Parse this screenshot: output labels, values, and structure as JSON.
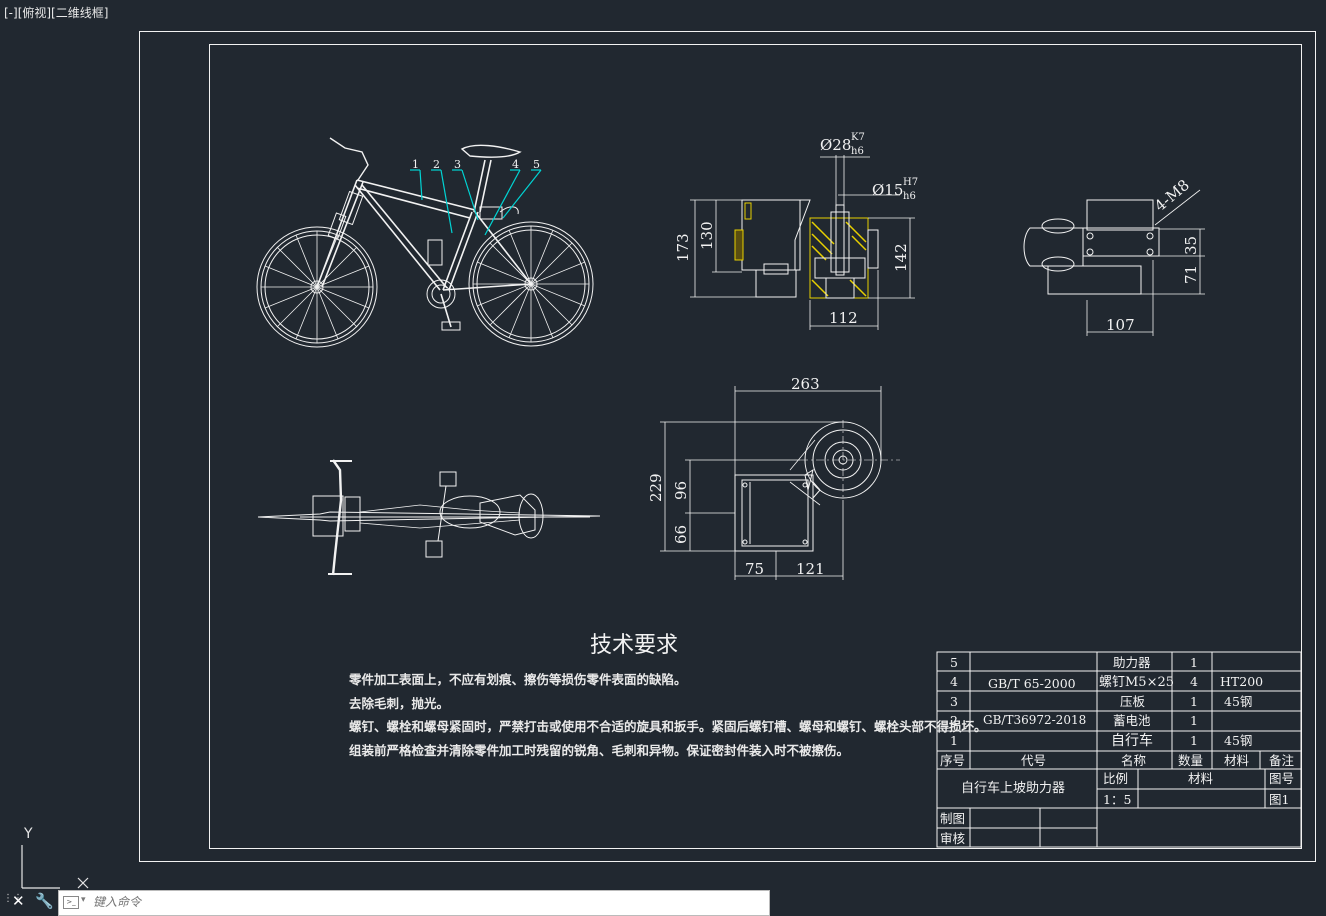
{
  "viewport": {
    "label": "[-][俯视][二维线框]"
  },
  "ucs": {
    "y_label": "Y",
    "x_label": "X"
  },
  "command": {
    "placeholder": "键入命令"
  },
  "balloons": [
    "1",
    "2",
    "3",
    "4",
    "5"
  ],
  "dimensions": {
    "fit_outer": "Ø28",
    "fit_outer_upper": "K7",
    "fit_outer_lower": "h6",
    "fit_inner": "Ø15",
    "fit_inner_upper": "H7",
    "fit_inner_lower": "h6",
    "front_h1": "173",
    "front_h2": "130",
    "front_h3": "142",
    "front_w1": "112",
    "side_thread": "4-M8",
    "side_h1": "35",
    "side_h2": "71",
    "side_w1": "107",
    "top_w_total": "263",
    "top_h_total": "229",
    "top_h_96": "96",
    "top_h_66": "66",
    "top_w_75": "75",
    "top_w_121": "121"
  },
  "tech_requirements": {
    "title": "技术要求",
    "lines": [
      "零件加工表面上，不应有划痕、擦伤等损伤零件表面的缺陷。",
      "去除毛刺，抛光。",
      "螺钉、螺栓和螺母紧固时，严禁打击或使用不合适的旋具和扳手。紧固后螺钉槽、螺母和螺钉、螺栓头部不得损坏。",
      "组装前严格检查并清除零件加工时残留的锐角、毛刺和异物。保证密封件装入时不被擦伤。"
    ]
  },
  "title_block": {
    "rows": [
      {
        "no": "5",
        "code": "",
        "name": "助力器",
        "qty": "1",
        "material": "",
        "note": ""
      },
      {
        "no": "4",
        "code": "GB/T 65-2000",
        "name": "螺钉M5×25",
        "qty": "4",
        "material": "HT200",
        "note": ""
      },
      {
        "no": "3",
        "code": "",
        "name": "压板",
        "qty": "1",
        "material": "45钢",
        "note": ""
      },
      {
        "no": "2",
        "code": "GB/T36972-2018",
        "name": "蓄电池",
        "qty": "1",
        "material": "",
        "note": ""
      },
      {
        "no": "1",
        "code": "",
        "name": "自行车",
        "qty": "1",
        "material": "45钢",
        "note": ""
      }
    ],
    "headers": {
      "no": "序号",
      "code": "代号",
      "name": "名称",
      "qty": "数量",
      "material": "材料",
      "note": "备注"
    },
    "drawing_name": "自行车上坡助力器",
    "scale_label": "比例",
    "material_label": "材料",
    "drawing_no_label": "图号",
    "scale_value": "1：5",
    "drawing_no_value": "图1",
    "drawn_label": "制图",
    "check_label": "审核"
  },
  "colors": {
    "background": "#212830",
    "line": "#f2f2f2",
    "leader": "#00d4d4",
    "highlight": "#e8d000",
    "panel": "#2b3138"
  }
}
